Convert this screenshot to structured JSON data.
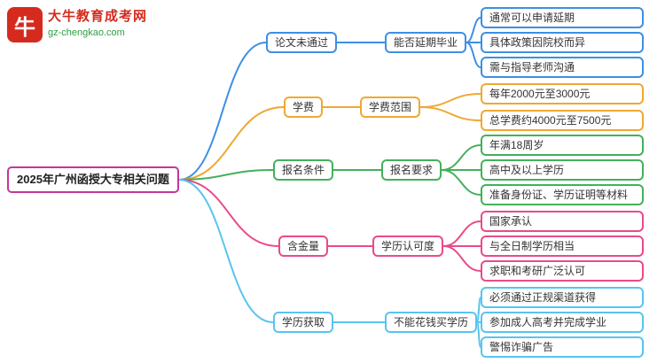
{
  "logo": {
    "icon_text": "牛",
    "site_name": "大牛教育成考网",
    "site_url": "gz-chengkao.com"
  },
  "root": {
    "label": "2025年广州函授大专相关问题"
  },
  "colors": {
    "root": "#c2379b"
  },
  "branches": [
    {
      "label": "论文未通过",
      "color": "#3d8fe3",
      "sub": {
        "label": "能否延期毕业"
      },
      "leaves": [
        "通常可以申请延期",
        "具体政策因院校而异",
        "需与指导老师沟通"
      ]
    },
    {
      "label": "学费",
      "color": "#f0a832",
      "sub": {
        "label": "学费范围"
      },
      "leaves": [
        "每年2000元至3000元",
        "总学费约4000元至7500元"
      ]
    },
    {
      "label": "报名条件",
      "color": "#44b05b",
      "sub": {
        "label": "报名要求"
      },
      "leaves": [
        "年满18周岁",
        "高中及以上学历",
        "准备身份证、学历证明等材料"
      ]
    },
    {
      "label": "含金量",
      "color": "#ea4a8b",
      "sub": {
        "label": "学历认可度"
      },
      "leaves": [
        "国家承认",
        "与全日制学历相当",
        "求职和考研广泛认可"
      ]
    },
    {
      "label": "学历获取",
      "color": "#59c4ef",
      "sub": {
        "label": "不能花钱买学历"
      },
      "leaves": [
        "必须通过正规渠道获得",
        "参加成人高考并完成学业",
        "警惕诈骗广告"
      ]
    }
  ]
}
